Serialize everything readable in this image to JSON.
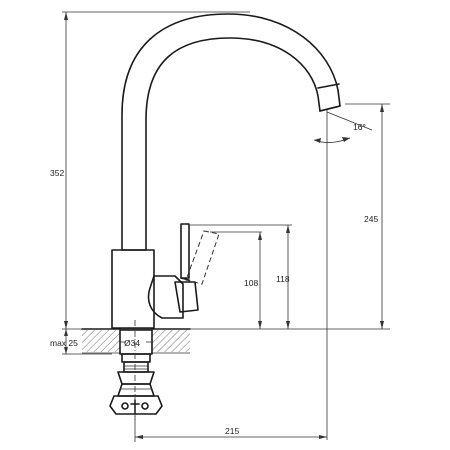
{
  "drawing": {
    "dimensions": {
      "total_height": "352",
      "spout_height": "245",
      "spout_angle": "16°",
      "lever_height_high": "118",
      "lever_height_low": "108",
      "mount_thickness": "max 25",
      "shank_diameter": "Ø34",
      "spout_reach": "215"
    }
  }
}
